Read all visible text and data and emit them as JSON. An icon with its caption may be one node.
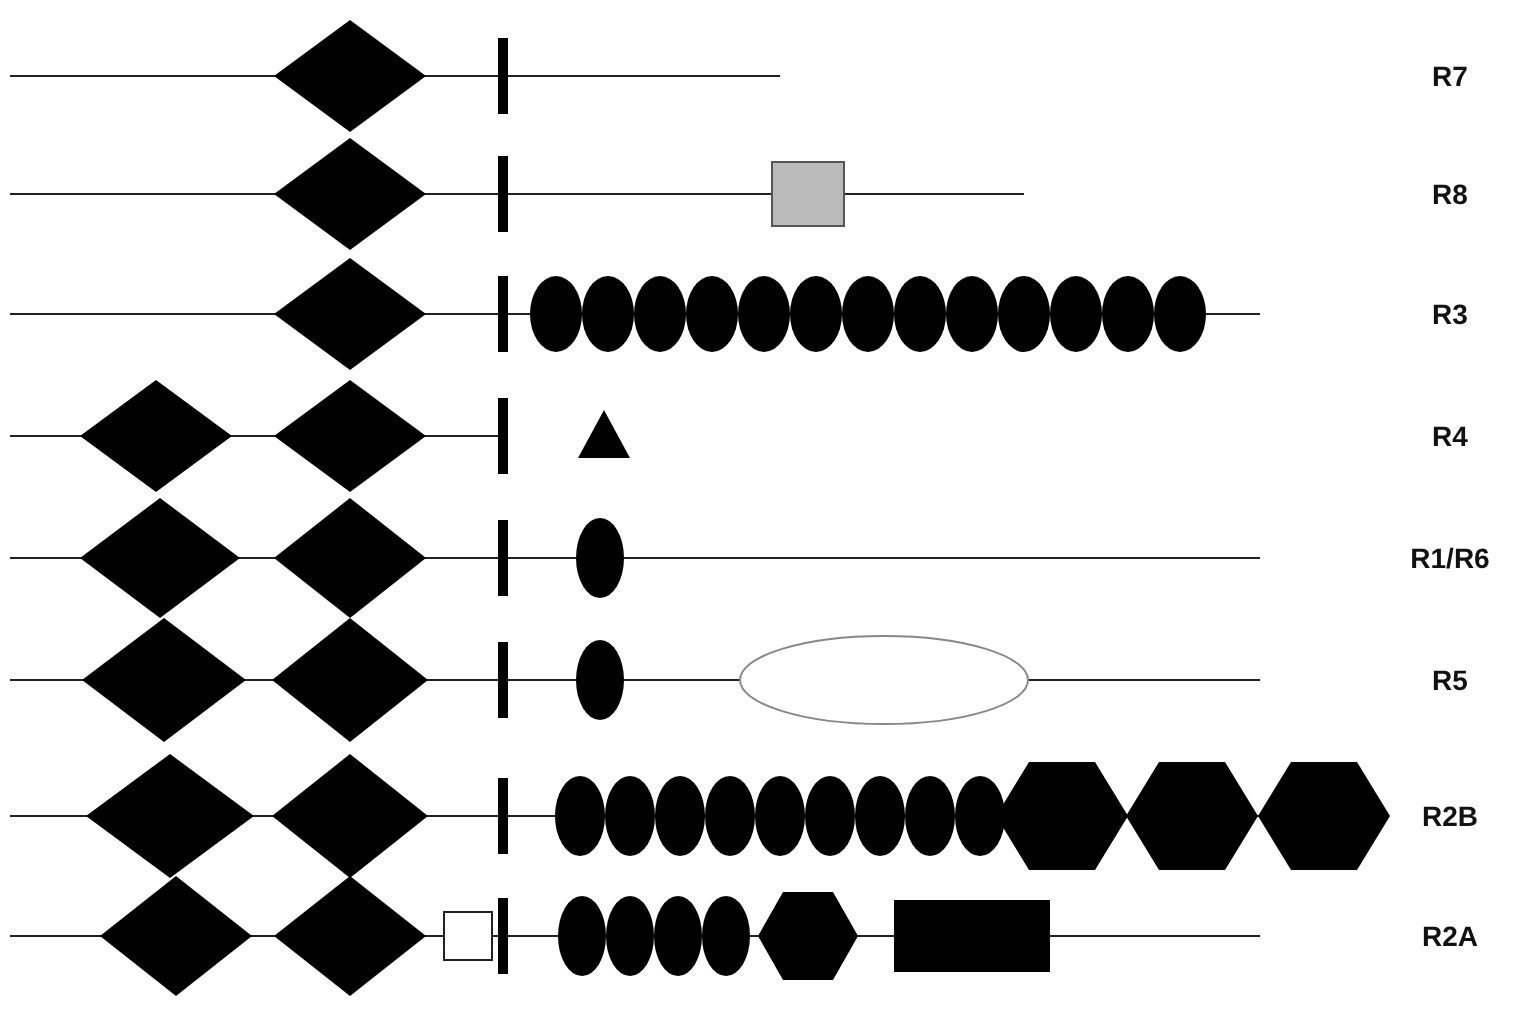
{
  "diagram": {
    "labels": [
      "R7",
      "R8",
      "R3",
      "R4",
      "R1/R6",
      "R5",
      "R2B",
      "R2A"
    ]
  }
}
